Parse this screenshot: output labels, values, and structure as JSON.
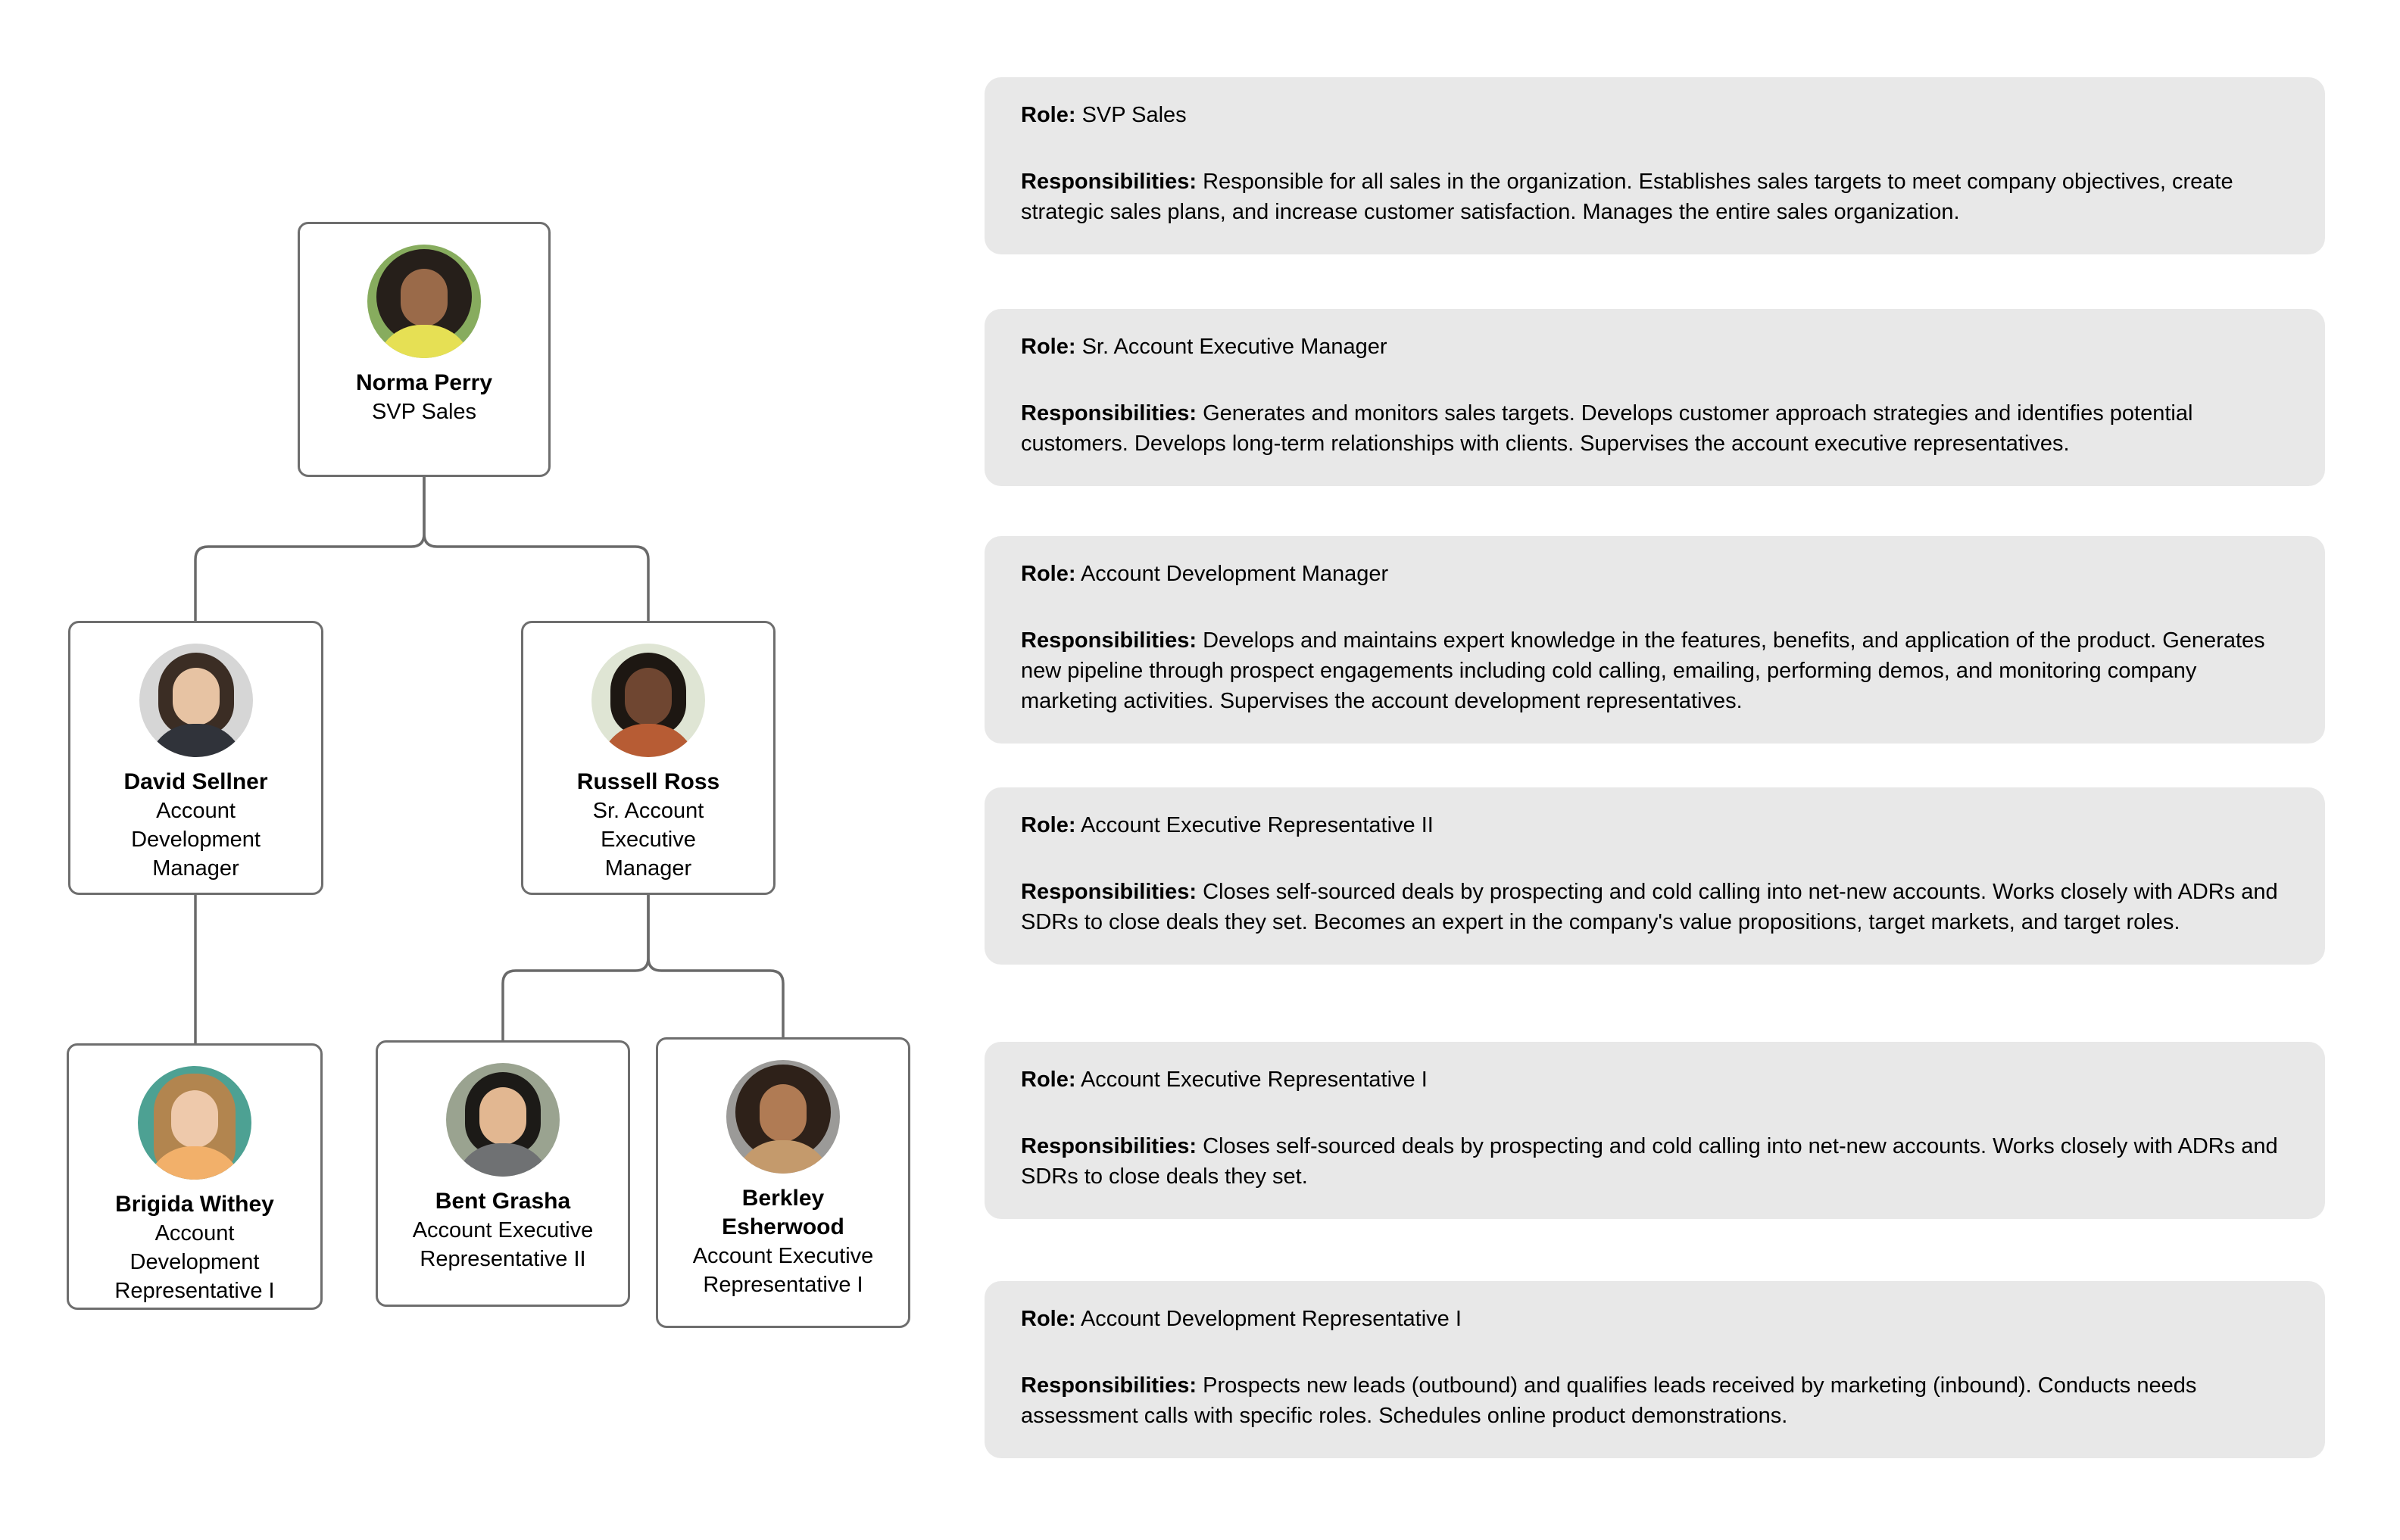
{
  "page": {
    "background": "#ffffff"
  },
  "colors": {
    "role_card_bg": "#e8e8e8",
    "node_border": "#6e6e6e",
    "connector_line": "#6a6a6a",
    "text": "#000000"
  },
  "org_chart": {
    "nodes": [
      {
        "name": "Norma Perry",
        "title": "SVP Sales",
        "avatar": {
          "bg": "#87ac5e",
          "hair": "#261f1a",
          "skin": "#9a6a49",
          "shirt": "#e6e054"
        }
      },
      {
        "name": "David Sellner",
        "title": "Account\nDevelopment\nManager",
        "avatar": {
          "bg": "#d6d6d6",
          "hair": "#3b2d24",
          "skin": "#e7c3a3",
          "shirt": "#30333a"
        }
      },
      {
        "name": "Russell Ross",
        "title": "Sr. Account\nExecutive\nManager",
        "avatar": {
          "bg": "#dfe5d4",
          "hair": "#1d1712",
          "skin": "#6f4631",
          "shirt": "#b75c34"
        }
      },
      {
        "name": "Brigida Withey",
        "title": "Account\nDevelopment\nRepresentative I",
        "avatar": {
          "bg": "#4da193",
          "hair": "#b2854f",
          "skin": "#eec9ab",
          "shirt": "#f2b06a"
        }
      },
      {
        "name": "Bent Grasha",
        "title": "Account Executive\nRepresentative II",
        "avatar": {
          "bg": "#9aa390",
          "hair": "#1c1a17",
          "skin": "#e2b791",
          "shirt": "#6f7173"
        }
      },
      {
        "name": "Berkley\nEsherwood",
        "title": "Account Executive\nRepresentative I",
        "avatar": {
          "bg": "#9b9a98",
          "hair": "#2e2119",
          "skin": "#b07b54",
          "shirt": "#c49a6c"
        }
      }
    ],
    "edges": [
      {
        "from": "Norma Perry",
        "to": "David Sellner"
      },
      {
        "from": "Norma Perry",
        "to": "Russell Ross"
      },
      {
        "from": "David Sellner",
        "to": "Brigida Withey"
      },
      {
        "from": "Russell Ross",
        "to": "Bent Grasha"
      },
      {
        "from": "Russell Ross",
        "to": "Berkley Esherwood"
      }
    ]
  },
  "role_cards": [
    {
      "role_label": "Role:",
      "role": "SVP Sales",
      "resp_label": "Responsibilities:",
      "responsibilities": "Responsible for all sales in the organization. Establishes sales targets to meet company objectives, create strategic sales plans, and increase customer satisfaction. Manages the entire sales organization."
    },
    {
      "role_label": "Role:",
      "role": "Sr. Account Executive Manager",
      "resp_label": "Responsibilities:",
      "responsibilities": "Generates and monitors sales targets. Develops customer approach strategies and identifies potential customers. Develops long-term relationships with clients. Supervises the account executive representatives."
    },
    {
      "role_label": "Role:",
      "role": "Account Development Manager",
      "resp_label": "Responsibilities:",
      "responsibilities": "Develops and maintains expert knowledge in the features, benefits, and application of the product. Generates new pipeline through prospect engagements including cold calling, emailing, performing demos, and monitoring company marketing activities. Supervises the account development representatives."
    },
    {
      "role_label": "Role:",
      "role": "Account Executive Representative II",
      "resp_label": "Responsibilities:",
      "responsibilities": "Closes self-sourced deals by prospecting and cold calling into net-new accounts. Works closely with ADRs and SDRs to close deals they set. Becomes an expert in the company's value propositions, target markets, and target roles."
    },
    {
      "role_label": "Role:",
      "role": "Account Executive Representative I",
      "resp_label": "Responsibilities:",
      "responsibilities": "Closes self-sourced deals by prospecting and cold calling into net-new accounts. Works closely with ADRs and SDRs to close deals they set."
    },
    {
      "role_label": "Role:",
      "role": "Account Development Representative I",
      "resp_label": "Responsibilities:",
      "responsibilities": "Prospects new leads (outbound) and qualifies leads received by marketing (inbound). Conducts needs assessment calls with specific roles. Schedules online product demonstrations."
    }
  ]
}
